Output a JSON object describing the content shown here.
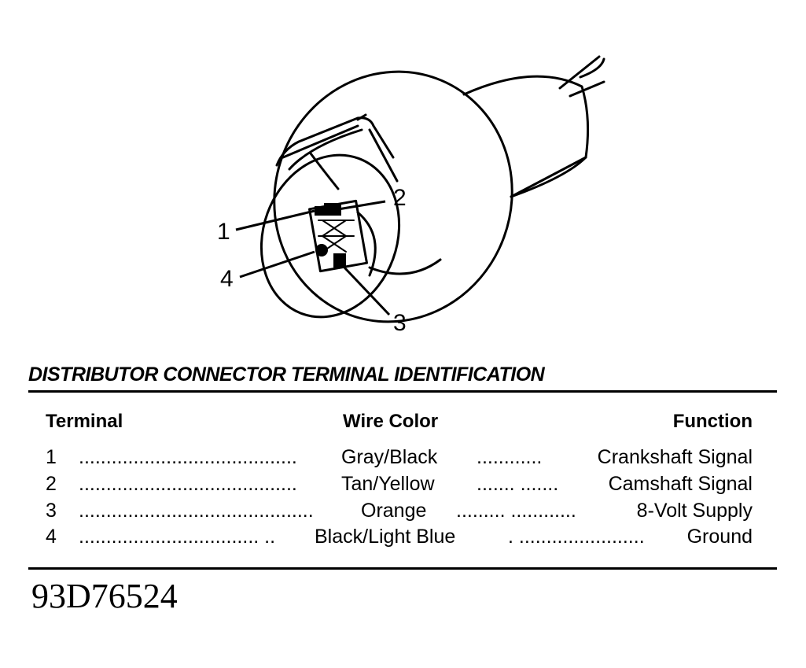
{
  "diagram": {
    "callouts": [
      "1",
      "2",
      "3",
      "4"
    ]
  },
  "table": {
    "title": "DISTRIBUTOR CONNECTOR TERMINAL IDENTIFICATION",
    "headers": {
      "terminal": "Terminal",
      "wire_color": "Wire Color",
      "function": "Function"
    },
    "rows": [
      {
        "terminal": "1",
        "dots1": "........................................",
        "wire_color": "Gray/Black",
        "dots2": "............",
        "function": "Crankshaft Signal"
      },
      {
        "terminal": "2",
        "dots1": "........................................",
        "wire_color": "Tan/Yellow",
        "dots2": "....... .......",
        "function": "Camshaft Signal"
      },
      {
        "terminal": "3",
        "dots1": "...........................................",
        "wire_color": "Orange",
        "dots2": "......... ............",
        "function": "8-Volt Supply"
      },
      {
        "terminal": "4",
        "dots1": "................................. ..",
        "wire_color": "Black/Light Blue",
        "dots2": ". .......................",
        "function": "Ground"
      }
    ]
  },
  "figure_id": "93D76524"
}
